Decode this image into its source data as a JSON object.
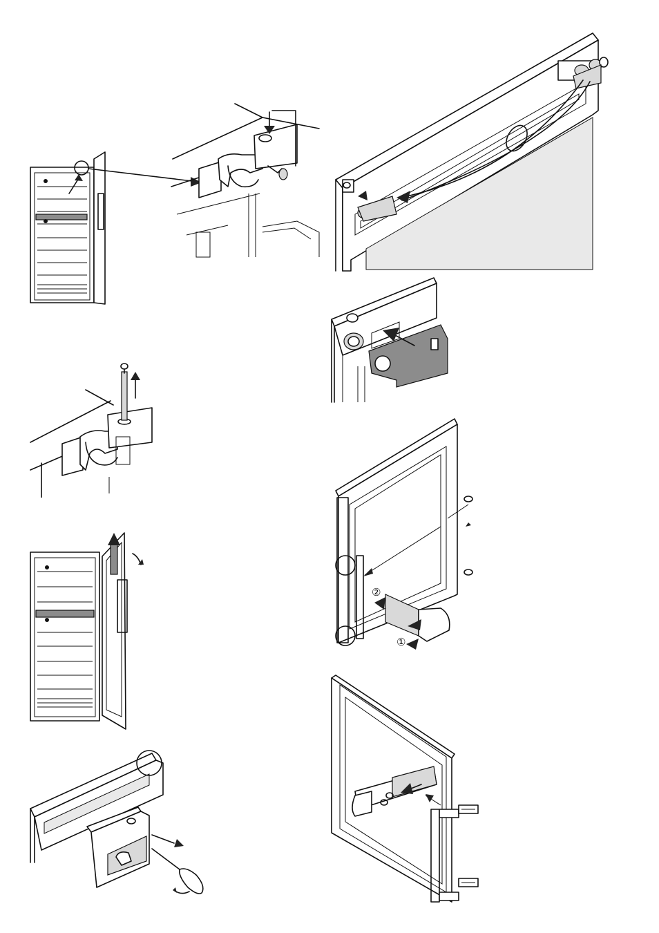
{
  "page": {
    "type": "installation-instructions-illustrations",
    "text_content": "none"
  },
  "steps": [
    {
      "id": "detail-top-hinge",
      "icon": "top-hinge-pin-icon"
    },
    {
      "id": "door-top-cable",
      "icon": "door-cable-icon"
    },
    {
      "id": "remove-hinge-pin",
      "icon": "hinge-pin-removal-icon"
    },
    {
      "id": "fit-hinge-cover",
      "icon": "hinge-cover-icon"
    },
    {
      "id": "lift-door-off",
      "icon": "door-lift-icon"
    },
    {
      "id": "remove-handle",
      "icon": "handle-removal-icon",
      "labels": [
        "②",
        "①"
      ]
    },
    {
      "id": "unscrew-cover",
      "icon": "screwdriver-icon"
    },
    {
      "id": "fit-handle-other-side",
      "icon": "handle-fit-icon"
    }
  ],
  "colors": {
    "line": "#111111",
    "fill_light": "#d9d9d9",
    "fill_dark": "#8c8c8c"
  }
}
